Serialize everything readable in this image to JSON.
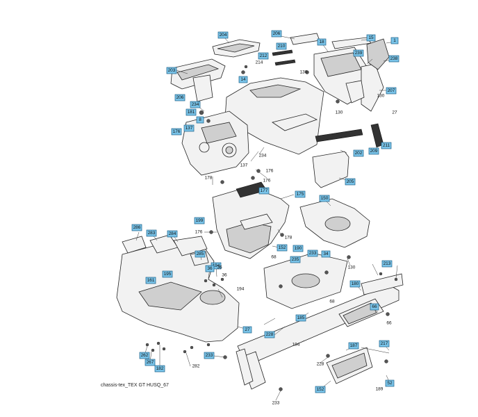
{
  "caption": "chassis-tex_TEX GT HUSQ_67",
  "boxed_callouts": [
    "204",
    "206",
    "18",
    "15",
    "1",
    "210",
    "212",
    "239",
    "238",
    "14",
    "203",
    "207",
    "206",
    "234",
    "181",
    "8",
    "137",
    "176",
    "202",
    "209",
    "211",
    "205",
    "177",
    "175",
    "150",
    "286",
    "283",
    "284",
    "199",
    "152",
    "190",
    "233",
    "235",
    "34",
    "285",
    "194",
    "161",
    "195",
    "213",
    "180",
    "66",
    "185",
    "228",
    "187",
    "217",
    "233",
    "152",
    "262",
    "267",
    "182",
    "52",
    "36",
    "27"
  ],
  "plain_callouts": [
    "214",
    "130",
    "130",
    "130",
    "27",
    "234",
    "137",
    "176",
    "178",
    "176",
    "178",
    "176",
    "130",
    "36",
    "68",
    "68",
    "194",
    "36",
    "194",
    "282",
    "233",
    "228",
    "189",
    "66"
  ]
}
